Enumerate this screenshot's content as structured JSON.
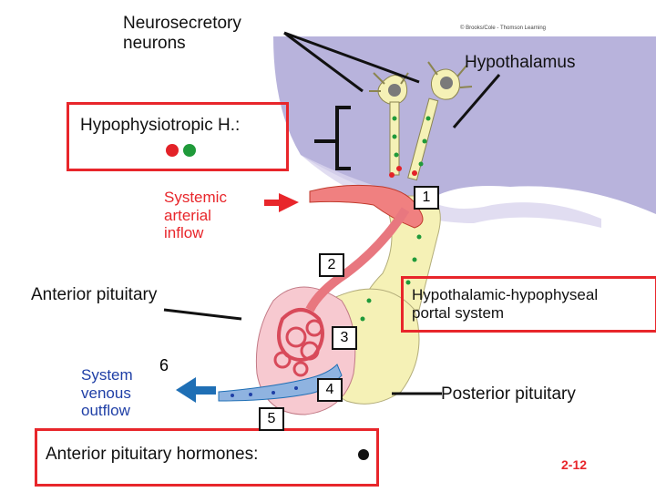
{
  "labels": {
    "neurosecretory": "Neurosecretory\nneurons",
    "copyright": "© Brooks/Cole - Thomson Learning",
    "hypothalamus": "Hypothalamus",
    "hypophysiotropic": "Hypophysiotropic H.:",
    "systemic_arterial": "Systemic\narterial\ninflow",
    "anterior_pituitary": "Anterior pituitary",
    "portal_system": "Hypothalamic-hypophyseal\nportal system",
    "system_venous": "System\nvenous\noutflow",
    "posterior_pituitary": "Posterior pituitary",
    "anterior_hormones": "Anterior pituitary hormones:",
    "page_number": "2-12"
  },
  "steps": [
    "1",
    "2",
    "3",
    "4",
    "5",
    "6"
  ],
  "colors": {
    "highlight_box": "#e8262b",
    "red_dot": "#e32228",
    "green_dot": "#1f9a3a",
    "hypothalamus_fill": "#b8b3dc",
    "artery_red": "#e8262b",
    "vein_blue": "#1f6fb5",
    "systemic_text": "#e8262b",
    "venous_text": "#1f3fa6",
    "page_number": "#e8262b"
  }
}
